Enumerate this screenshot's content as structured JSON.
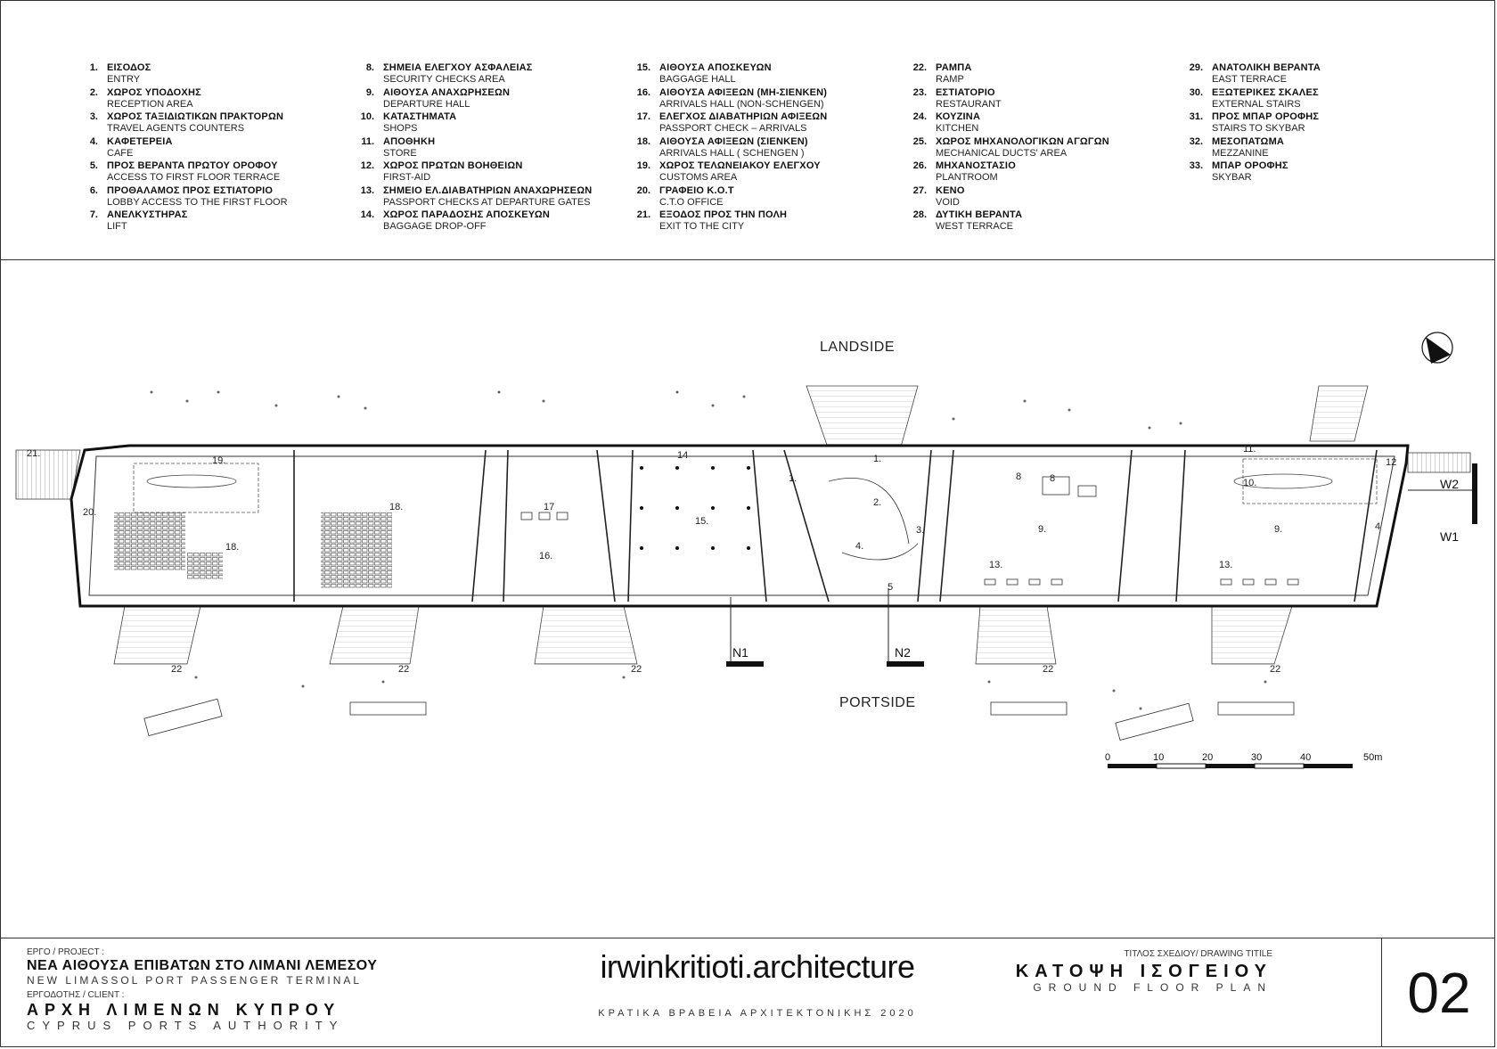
{
  "legend": [
    {
      "num": "1.",
      "gr": "ΕΙΣΟΔΟΣ",
      "en": "ENTRY"
    },
    {
      "num": "2.",
      "gr": "ΧΩΡΟΣ ΥΠΟΔΟΧΗΣ",
      "en": "RECEPTION AREA"
    },
    {
      "num": "3.",
      "gr": "ΧΩΡΟΣ ΤΑΞΙΔΙΩΤΙΚΩΝ ΠΡΑΚΤΟΡΩΝ",
      "en": "TRAVEL AGENTS COUNTERS"
    },
    {
      "num": "4.",
      "gr": "ΚΑΦΕΤΕΡΕΙΑ",
      "en": "CAFE"
    },
    {
      "num": "5.",
      "gr": "ΠΡΟΣ ΒΕΡΑΝΤΑ ΠΡΩΤΟΥ ΟΡΟΦΟΥ",
      "en": "ACCESS TO FIRST FLOOR TERRACE"
    },
    {
      "num": "6.",
      "gr": "ΠΡΟΘΑΛΑΜΟΣ ΠΡΟΣ ΕΣΤΙΑΤΟΡΙΟ",
      "en": "LOBBY ACCESS TO THE FIRST FLOOR"
    },
    {
      "num": "7.",
      "gr": "ΑΝΕΛΚΥΣΤΗΡΑΣ",
      "en": "LIFT"
    },
    {
      "num": "8.",
      "gr": "ΣΗΜΕΙΑ ΕΛΕΓΧΟΥ ΑΣΦΑΛΕΙΑΣ",
      "en": "SECURITY CHECKS AREA"
    },
    {
      "num": "9.",
      "gr": "ΑΙΘΟΥΣΑ ΑΝΑΧΩΡΗΣΕΩΝ",
      "en": "DEPARTURE HALL"
    },
    {
      "num": "10.",
      "gr": "ΚΑΤΑΣΤΗΜΑΤΑ",
      "en": "SHOPS"
    },
    {
      "num": "11.",
      "gr": "ΑΠΟΘΗΚΗ",
      "en": "STORE"
    },
    {
      "num": "12.",
      "gr": "ΧΩΡΟΣ ΠΡΩΤΩΝ ΒΟΗΘΕΙΩΝ",
      "en": "FIRST-AID"
    },
    {
      "num": "13.",
      "gr": "ΣΗΜΕΙΟ ΕΛ.ΔΙΑΒΑΤΗΡΙΩΝ ΑΝΑΧΩΡΗΣΕΩΝ",
      "en": "PASSPORT CHECKS AT DEPARTURE GATES"
    },
    {
      "num": "14.",
      "gr": "ΧΩΡΟΣ ΠΑΡΑΔΟΣΗΣ ΑΠΟΣΚΕΥΩΝ",
      "en": "BAGGAGE DROP-OFF"
    },
    {
      "num": "15.",
      "gr": "ΑΙΘΟΥΣΑ ΑΠΟΣΚΕΥΩΝ",
      "en": "BAGGAGE HALL"
    },
    {
      "num": "16.",
      "gr": "ΑΙΘΟΥΣΑ ΑΦΙΞΕΩΝ (ΜΗ-ΣΙΕΝΚΕΝ)",
      "en": "ARRIVALS HALL (NON-SCHENGEN)"
    },
    {
      "num": "17.",
      "gr": "ΕΛΕΓΧΟΣ ΔΙΑΒΑΤΗΡΙΩΝ ΑΦΙΞΕΩΝ",
      "en": "PASSPORT CHECK – ARRIVALS"
    },
    {
      "num": "18.",
      "gr": "ΑΙΘΟΥΣΑ ΑΦΙΞΕΩΝ (ΣΙΕΝΚΕΝ)",
      "en": "ARRIVALS HALL  ( SCHENGEN )"
    },
    {
      "num": "19.",
      "gr": "ΧΩΡΟΣ ΤΕΛΩΝΕΙΑΚΟΥ ΕΛΕΓΧΟΥ",
      "en": "CUSTOMS  AREA"
    },
    {
      "num": "20.",
      "gr": "ΓΡΑΦΕΙΟ Κ.Ο.Τ",
      "en": "C.T.O OFFICE"
    },
    {
      "num": "21.",
      "gr": "ΕΞΟΔΟΣ ΠΡΟΣ ΤΗΝ ΠΟΛΗ",
      "en": "EXIT TO THE CITY"
    },
    {
      "num": "22.",
      "gr": "ΡΑΜΠΑ",
      "en": "RAMP"
    },
    {
      "num": "23.",
      "gr": "ΕΣΤΙΑΤΟΡΙΟ",
      "en": "RESTAURANT"
    },
    {
      "num": "24.",
      "gr": "ΚΟΥΖΙΝΑ",
      "en": "KITCHEN"
    },
    {
      "num": "25.",
      "gr": "ΧΩΡΟΣ ΜΗΧΑΝΟΛΟΓΙΚΩΝ ΑΓΩΓΩΝ",
      "en": "MECHANICAL DUCTS' AREA"
    },
    {
      "num": "26.",
      "gr": "ΜΗΧΑΝΟΣΤΑΣΙΟ",
      "en": "PLANTROOM"
    },
    {
      "num": "27.",
      "gr": "ΚΕΝΟ",
      "en": "VOID"
    },
    {
      "num": "28.",
      "gr": "ΔΥΤΙΚΗ ΒΕΡΑΝΤΑ",
      "en": "WEST TERRACE"
    },
    {
      "num": "29.",
      "gr": "ΑΝΑΤΟΛΙΚΗ ΒΕΡΑΝΤΑ",
      "en": "EAST TERRACE"
    },
    {
      "num": "30.",
      "gr": "ΕΞΩΤΕΡΙΚΕΣ ΣΚΑΛΕΣ",
      "en": "EXTERNAL STAIRS"
    },
    {
      "num": "31.",
      "gr": "ΠΡΟΣ ΜΠΑΡ ΟΡΟΦΗΣ",
      "en": "STAIRS TO SKYBAR"
    },
    {
      "num": "32.",
      "gr": "ΜΕΣΟΠΑΤΩΜΑ",
      "en": "MEZZANINE"
    },
    {
      "num": "33.",
      "gr": "ΜΠΑΡ ΟΡΟΦΗΣ",
      "en": "SKYBAR"
    }
  ],
  "plan": {
    "landside": "LANDSIDE",
    "portside": "PORTSIDE",
    "section_marks": [
      "N1",
      "N2",
      "W1",
      "W2"
    ],
    "room_labels": [
      "21.",
      "19.",
      "18.",
      "20.",
      "18.",
      "17",
      "16.",
      "14",
      "15.",
      "1.",
      "1.",
      "2.",
      "3.",
      "4.",
      "5",
      "8",
      "8",
      "9.",
      "13.",
      "11.",
      "10.",
      "12",
      "9.",
      "13.",
      "4"
    ],
    "ramp_labels": [
      "22",
      "22",
      "22",
      "22",
      "22"
    ],
    "scale_ticks": [
      "0",
      "10",
      "20",
      "30",
      "40",
      "50m"
    ]
  },
  "title_block": {
    "project_label": "ΕΡΓΟ / PROJECT :",
    "project_gr": "ΝΕΑ ΑΙΘΟΥΣΑ ΕΠΙΒΑΤΩΝ ΣΤΟ ΛΙΜΑΝΙ ΛΕΜΕΣΟΥ",
    "project_en": "NEW LIMASSOL PORT PASSENGER TERMINAL",
    "client_label": "ΕΡΓΟΔΟΤΗΣ / CLIENT :",
    "client_gr": "ΑΡΧΗ ΛΙΜΕΝΩΝ ΚΥΠΡΟΥ",
    "client_en": "CYPRUS PORTS AUTHORITY",
    "office": "irwinkritioti.architecture",
    "award": "ΚΡΑΤΙΚΑ ΒΡΑΒΕΙΑ ΑΡΧΙΤΕΚΤΟΝΙΚΗΣ 2020",
    "drawing_label": "ΤΙΤΛΟΣ ΣΧΕΔΙΟΥ/ DRAWING TITILE",
    "drawing_gr": "ΚΑΤΟΨΗ ΙΣΟΓΕΙΟΥ",
    "drawing_en": "GROUND FLOOR PLAN",
    "sheet": "02"
  }
}
